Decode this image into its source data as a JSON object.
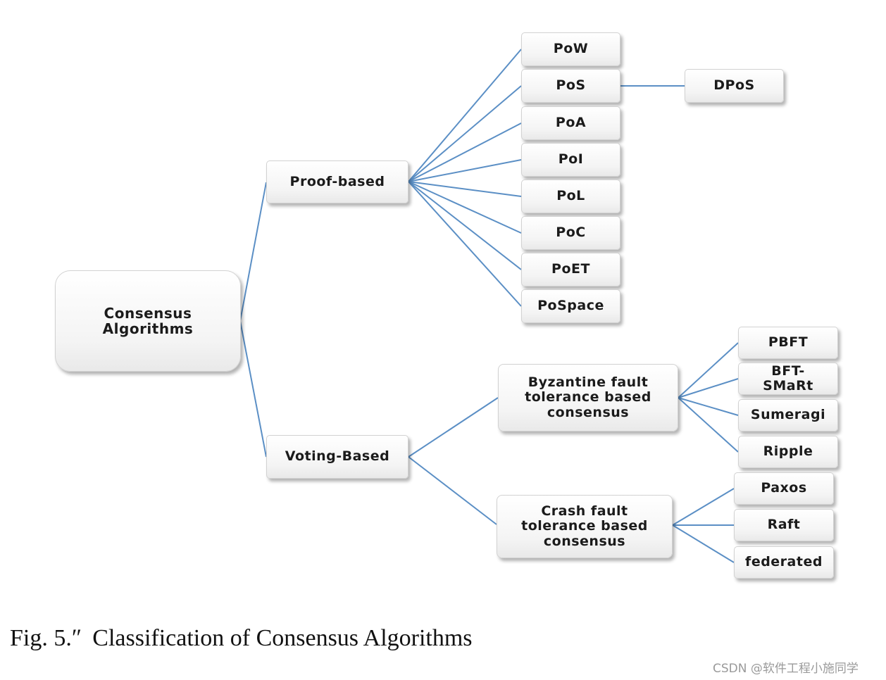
{
  "diagram": {
    "root": "Consensus\nAlgorithms",
    "categories": {
      "proof": "Proof-based",
      "voting": "Voting-Based"
    },
    "proof_items": [
      "PoW",
      "PoS",
      "PoA",
      "PoI",
      "PoL",
      "PoC",
      "PoET",
      "PoSpace"
    ],
    "pos_child": "DPoS",
    "voting_groups": {
      "bft": "Byzantine fault\ntolerance based\nconsensus",
      "cft": "Crash fault\ntolerance based\nconsensus"
    },
    "bft_items": [
      "PBFT",
      "BFT-\nSMaRt",
      "Sumeragi",
      "Ripple"
    ],
    "cft_items": [
      "Paxos",
      "Raft",
      "federated"
    ]
  },
  "caption": "Fig. 5.ʺ  Classification of Consensus Algorithms",
  "watermark": "CSDN @软件工程小施同学",
  "colors": {
    "connector": "#5b8fc5"
  }
}
